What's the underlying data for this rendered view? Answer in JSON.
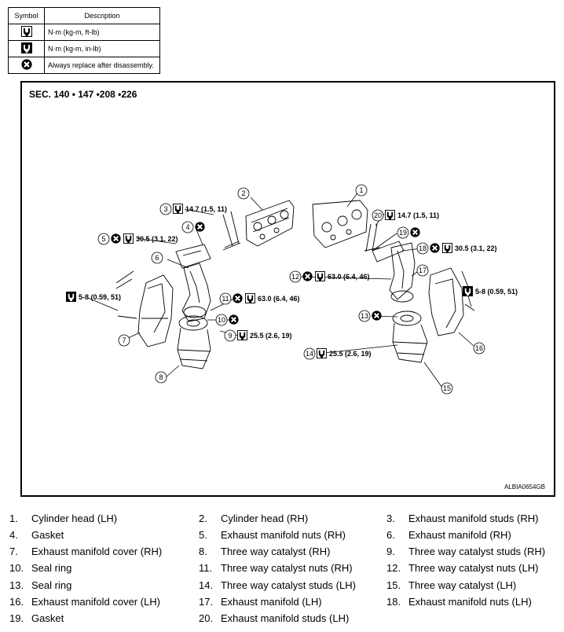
{
  "legend": {
    "header_symbol": "Symbol",
    "header_description": "Description",
    "rows": [
      {
        "icon": "torque-wrench-icon",
        "description": "N·m (kg-m, ft-lb)"
      },
      {
        "icon": "torque-wrench-filled-icon",
        "description": "N·m (kg-m, in-lb)"
      },
      {
        "icon": "always-replace-icon",
        "description": "Always replace after disassembly."
      }
    ]
  },
  "diagram": {
    "section": "SEC. 140 • 147 •208 •226",
    "figure_code": "ALBIA0654GB",
    "callouts": {
      "c1": "1",
      "c2": "2",
      "c3": "3",
      "c4": "4",
      "c5": "5",
      "c6": "6",
      "c7": "7",
      "c8": "8",
      "c9": "9",
      "c10": "10",
      "c11": "11",
      "c12": "12",
      "c13": "13",
      "c14": "14",
      "c15": "15",
      "c16": "16",
      "c17": "17",
      "c18": "18",
      "c19": "19",
      "c20": "20"
    },
    "torques": {
      "t3": "14.7 (1.5, 11)",
      "t5": "30.5 (3.1, 22)",
      "tL": "5-8 (0.59, 51)",
      "t11": "63.0 (6.4, 46)",
      "t9": "25.5 (2.6, 19)",
      "t20": "14.7 (1.5, 11)",
      "t18": "30.5 (3.1, 22)",
      "t12": "63.0 (6.4, 46)",
      "tR": "5-8 (0.59, 51)",
      "t14": "25.5 (2.6, 19)"
    }
  },
  "parts": [
    {
      "num": "1.",
      "name": "Cylinder head (LH)"
    },
    {
      "num": "2.",
      "name": "Cylinder head (RH)"
    },
    {
      "num": "3.",
      "name": "Exhaust manifold studs (RH)"
    },
    {
      "num": "4.",
      "name": "Gasket"
    },
    {
      "num": "5.",
      "name": "Exhaust manifold nuts (RH)"
    },
    {
      "num": "6.",
      "name": "Exhaust manifold (RH)"
    },
    {
      "num": "7.",
      "name": "Exhaust manifold cover (RH)"
    },
    {
      "num": "8.",
      "name": "Three way catalyst (RH)"
    },
    {
      "num": "9.",
      "name": "Three way catalyst studs (RH)"
    },
    {
      "num": "10.",
      "name": "Seal ring"
    },
    {
      "num": "11.",
      "name": "Three way catalyst nuts (RH)"
    },
    {
      "num": "12.",
      "name": "Three way catalyst nuts (LH)"
    },
    {
      "num": "13.",
      "name": "Seal ring"
    },
    {
      "num": "14.",
      "name": "Three way catalyst studs (LH)"
    },
    {
      "num": "15.",
      "name": "Three way catalyst (LH)"
    },
    {
      "num": "16.",
      "name": "Exhaust manifold cover (LH)"
    },
    {
      "num": "17.",
      "name": "Exhaust manifold (LH)"
    },
    {
      "num": "18.",
      "name": "Exhaust manifold nuts (LH)"
    },
    {
      "num": "19.",
      "name": "Gasket"
    },
    {
      "num": "20.",
      "name": "Exhaust manifold studs (LH)"
    }
  ]
}
